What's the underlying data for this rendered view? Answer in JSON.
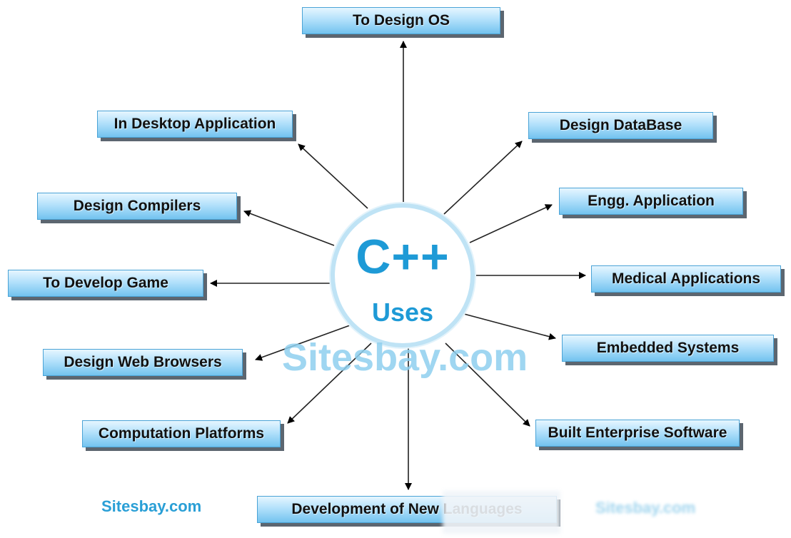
{
  "center": {
    "title": "C++",
    "subtitle": "Uses"
  },
  "nodes": {
    "design_os": "To Design OS",
    "desktop_application": "In Desktop Application",
    "design_database": "Design DataBase",
    "design_compilers": "Design Compilers",
    "engg_application": "Engg. Application",
    "develop_game": "To Develop Game",
    "medical_applications": "Medical Applications",
    "web_browsers": "Design Web Browsers",
    "embedded_systems": "Embedded Systems",
    "computation_platforms": "Computation Platforms",
    "enterprise_software": "Built Enterprise Software",
    "new_languages": "Development of New Languages"
  },
  "watermarks": {
    "main": "Sitesbay.com",
    "bottom_left": "Sitesbay.com",
    "bottom_right": "Sitesbay.com"
  },
  "colors": {
    "accent": "#1e9ad6",
    "box_top": "#e6f6ff",
    "box_bottom": "#73c3ef",
    "arrow": "#000000"
  }
}
